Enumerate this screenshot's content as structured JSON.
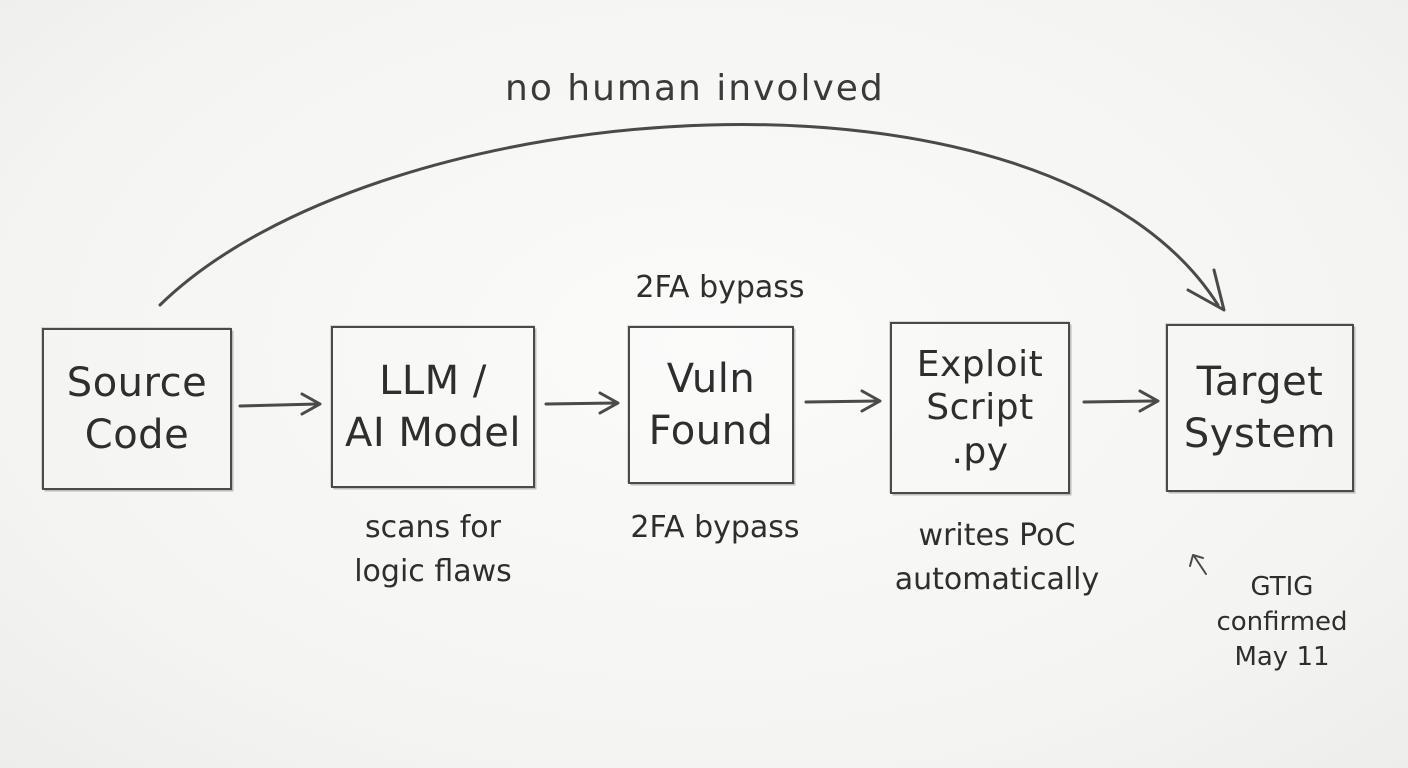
{
  "diagram": {
    "top_label": "no human involved",
    "nodes": [
      {
        "id": "source",
        "label": "Source\nCode"
      },
      {
        "id": "llm",
        "label": "LLM /\nAI Model"
      },
      {
        "id": "vuln",
        "label": "Vuln\nFound"
      },
      {
        "id": "exploit",
        "label": "Exploit\nScript\n.py"
      },
      {
        "id": "target",
        "label": "Target\nSystem"
      }
    ],
    "annotations": {
      "vuln_top": "2FA bypass",
      "llm_below": "scans for\nlogic flaws",
      "vuln_below": "2FA bypass",
      "exploit_below": "writes PoC\nautomatically",
      "target_below": "GTIG\nconfirmed\nMay 11"
    },
    "stroke_color": "#4a4a4a",
    "background_color": "#f6f6f4"
  }
}
